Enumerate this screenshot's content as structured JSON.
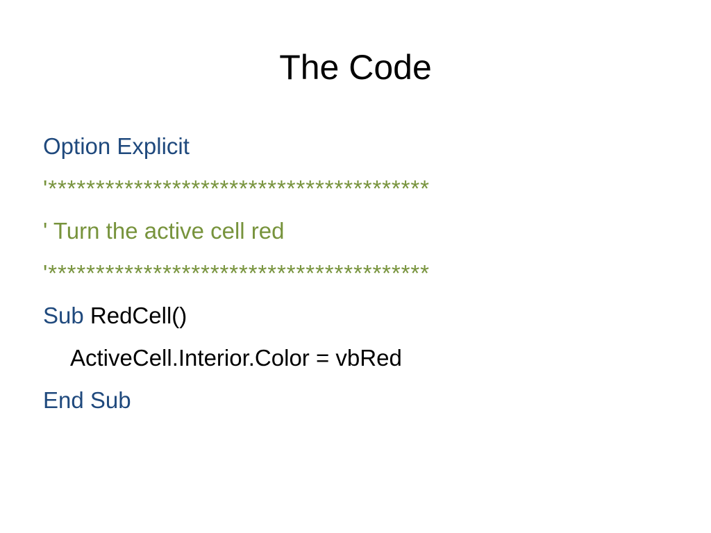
{
  "slide": {
    "title": "The Code",
    "colors": {
      "keyword": "#1f497d",
      "comment": "#77933c",
      "text": "#000000",
      "background": "#ffffff"
    },
    "code": {
      "option_line": "Option Explicit",
      "separator_top": "'****************************************",
      "comment_text": "' Turn the active cell red",
      "separator_bottom": "'****************************************",
      "sub_keyword": "Sub",
      "sub_name": " RedCell()",
      "statement": "ActiveCell.Interior.Color = vbRed",
      "end_line": "End Sub"
    }
  }
}
